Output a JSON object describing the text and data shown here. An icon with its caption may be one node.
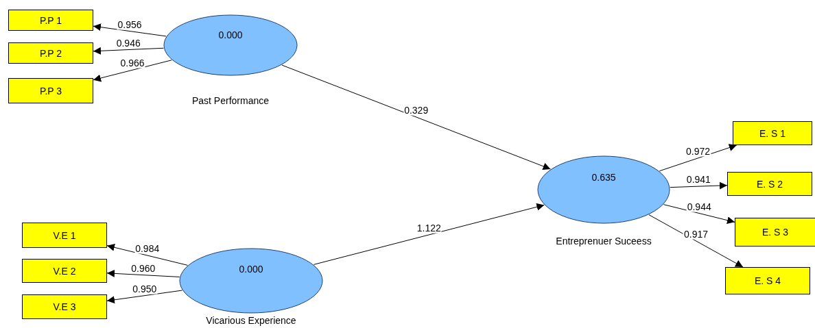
{
  "diagram": {
    "nodes": [
      {
        "text": [
          "P.P 1"
        ]
      },
      {
        "text": [
          "P.P 2"
        ]
      },
      {
        "text": [
          "P.P 3"
        ]
      },
      {
        "text": [
          "0.000",
          "Past Performance"
        ]
      },
      {
        "text": [
          "E. S 1"
        ]
      },
      {
        "text": [
          "E. S 2"
        ]
      },
      {
        "text": [
          "E. S 3"
        ]
      },
      {
        "text": [
          "E. S 4"
        ]
      },
      {
        "text": [
          "0.635",
          "Entreprenuer Suceess"
        ]
      },
      {
        "text": [
          "V.E 1"
        ]
      },
      {
        "text": [
          "V.E 2"
        ]
      },
      {
        "text": [
          "V.E 3"
        ]
      },
      {
        "text": [
          "0.000",
          "Vicarious Experience"
        ]
      }
    ],
    "edges": [
      {
        "from": 3,
        "to": 0,
        "arrow": "to",
        "label": "0.956"
      },
      {
        "from": 3,
        "to": 1,
        "arrow": "to",
        "label": "0.946"
      },
      {
        "from": 3,
        "to": 2,
        "arrow": "to",
        "label": "0.966"
      },
      {
        "from": 3,
        "to": 8,
        "arrow": "to",
        "label": "0.329"
      },
      {
        "from": 12,
        "to": 8,
        "arrow": "to",
        "label": "1.122"
      },
      {
        "from": 12,
        "to": 9,
        "arrow": "to",
        "label": "0.984"
      },
      {
        "from": 12,
        "to": 10,
        "arrow": "to",
        "label": "0.960"
      },
      {
        "from": 12,
        "to": 11,
        "arrow": "to",
        "label": "0.950"
      },
      {
        "from": 8,
        "to": 4,
        "arrow": "to",
        "label": "0.972"
      },
      {
        "from": 8,
        "to": 5,
        "arrow": "to",
        "label": "0.941"
      },
      {
        "from": 8,
        "to": 6,
        "arrow": "to",
        "label": "0.944"
      },
      {
        "from": 8,
        "to": 7,
        "arrow": "to",
        "label": "0.917"
      }
    ]
  }
}
